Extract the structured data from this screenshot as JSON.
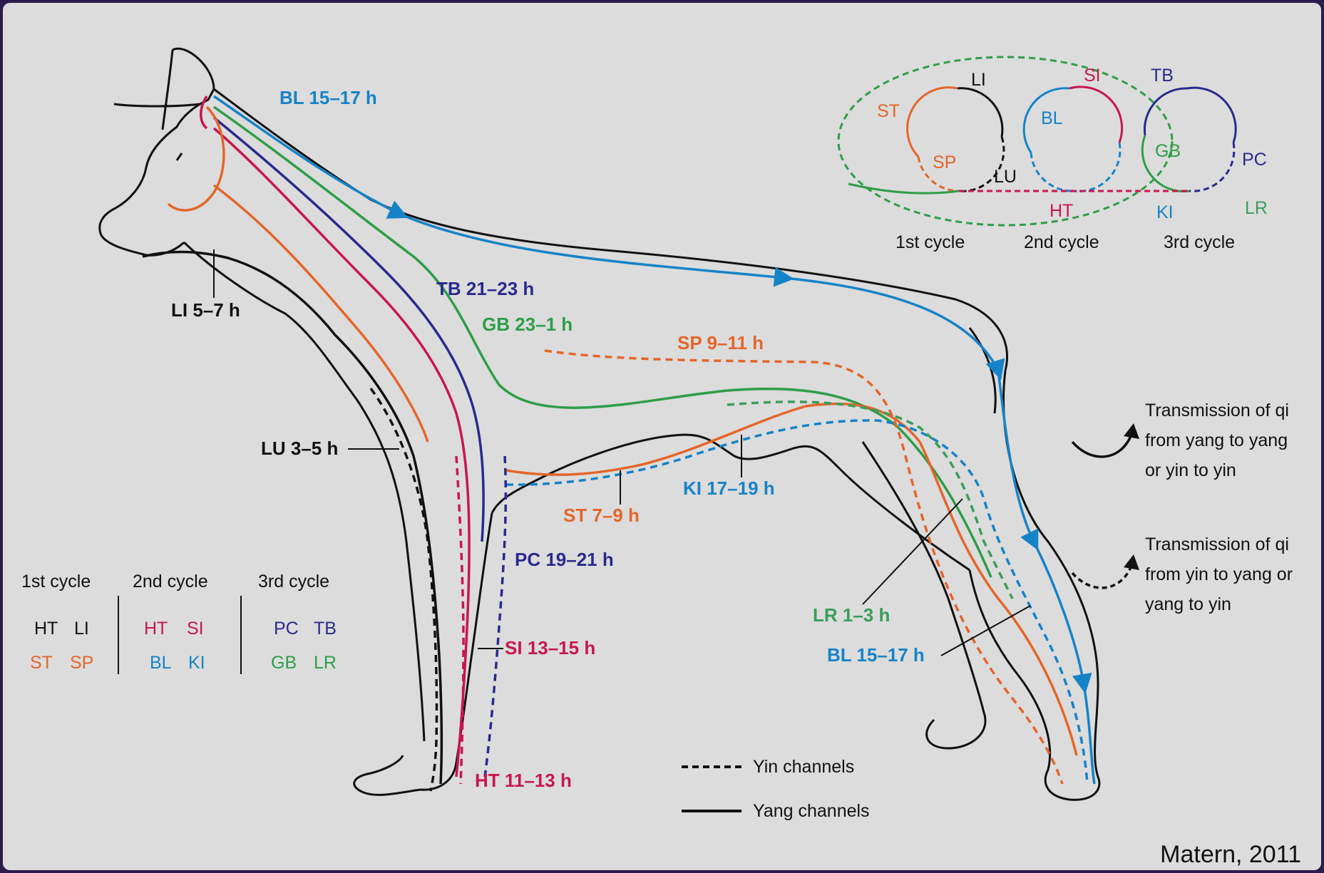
{
  "colors": {
    "background": "#dcdcdc",
    "frame": "#2d1b4e",
    "BL": "#1683c8",
    "TB": "#2a2a8e",
    "GB": "#2e9e48",
    "ST_SP": "#e4662a",
    "HT_SI": "#c8174e",
    "KI": "#1683c8",
    "LR": "#3a9e58",
    "PC": "#2a2a8e",
    "LI_LU": "#111111"
  },
  "channel_labels": {
    "bl_head": "BL 15–17 h",
    "li": "LI 5–7 h",
    "tb": "TB 21–23 h",
    "gb": "GB 23–1 h",
    "sp": "SP 9–11 h",
    "lu": "LU 3–5 h",
    "ki": "KI 17–19 h",
    "st": "ST 7–9 h",
    "pc": "PC 19–21 h",
    "lr": "LR 1–3 h",
    "bl_leg": "BL 15–17 h",
    "si": "SI 13–15 h",
    "ht": "HT 11–13 h"
  },
  "cycle_diagram": {
    "cycle1": {
      "caption": "1st cycle",
      "labels": [
        "LI",
        "ST",
        "SP",
        "LU"
      ]
    },
    "cycle2": {
      "caption": "2nd cycle",
      "labels": [
        "SI",
        "BL",
        "HT"
      ]
    },
    "cycle3": {
      "caption": "3rd cycle",
      "labels": [
        "TB",
        "GB",
        "PC",
        "KI",
        "LR"
      ]
    }
  },
  "cycle_table": {
    "headers": [
      "1st cycle",
      "2nd cycle",
      "3rd cycle"
    ],
    "cycle1": {
      "row1": [
        "HT",
        "LI"
      ],
      "row2": [
        "ST",
        "SP"
      ]
    },
    "cycle2": {
      "row1": [
        "HT",
        "SI"
      ],
      "row2": [
        "BL",
        "KI"
      ]
    },
    "cycle3": {
      "row1": [
        "PC",
        "TB"
      ],
      "row2": [
        "GB",
        "LR"
      ]
    }
  },
  "legend": {
    "transmission_yang": [
      "Transmission of qi",
      "from yang to yang",
      "or yin to yin"
    ],
    "transmission_yin": [
      "Transmission of qi",
      "from yin to yang or",
      "yang to yin"
    ],
    "yin_channels": "Yin channels",
    "yang_channels": "Yang channels"
  },
  "credit": "Matern, 2011"
}
